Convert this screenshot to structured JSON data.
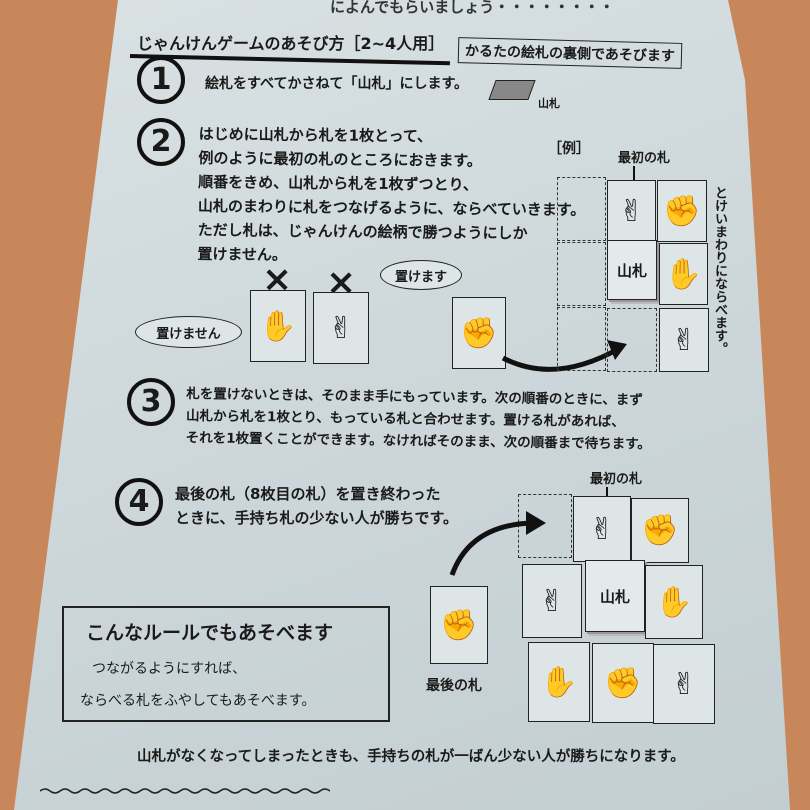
{
  "header": {
    "top_cut_text": "によんでもらいましょう・・・・・・・・",
    "title": "じゃんけんゲームのあそび方［2~4人用］",
    "note_box": "かるたの絵札の裏側であそびます"
  },
  "step1": {
    "number": "1",
    "text": "絵札をすべてかさねて「山札」にします。",
    "pile_label": "山札"
  },
  "step2": {
    "number": "2",
    "lines": [
      "はじめに山札から札を1枚とって、",
      "例のように最初の札のところにおきます。",
      "順番をきめ、山札から札を1枚ずつとり、",
      "山札のまわりに札をつなげるように、ならべていきます。",
      "ただし札は、じゃんけんの絵柄で勝つようにしか",
      "置けません。"
    ],
    "cannot_place": "置けません",
    "can_place": "置けます",
    "example_label": "［例］",
    "first_card_label": "最初の札",
    "pile_label": "山札",
    "clockwise": "とけいまわりにならべます。"
  },
  "step3": {
    "number": "3",
    "lines": [
      "札を置けないときは、そのまま手にもっています。次の順番のときに、まず",
      "山札から札を1枚とり、もっている札と合わせます。置ける札があれば、",
      "それを1枚置くことができます。なければそのまま、次の順番まで待ちます。"
    ]
  },
  "step4": {
    "number": "4",
    "lines": [
      "最後の札（8枚目の札）を置き終わった",
      "ときに、手持ち札の少ない人が勝ちです。"
    ],
    "first_card_label": "最初の札",
    "pile_label": "山札",
    "last_card_label": "最後の札"
  },
  "variant": {
    "title": "こんなルールでもあそべます",
    "lines": [
      "つながるようにすれば、",
      "ならべる札をふやしてもあそべます。"
    ]
  },
  "footer": {
    "text": "山札がなくなってしまったときも、手持ちの札が一ばん少ない人が勝ちになります。"
  },
  "hands": {
    "rock": "✊",
    "paper": "✋",
    "scissors": "✌"
  }
}
